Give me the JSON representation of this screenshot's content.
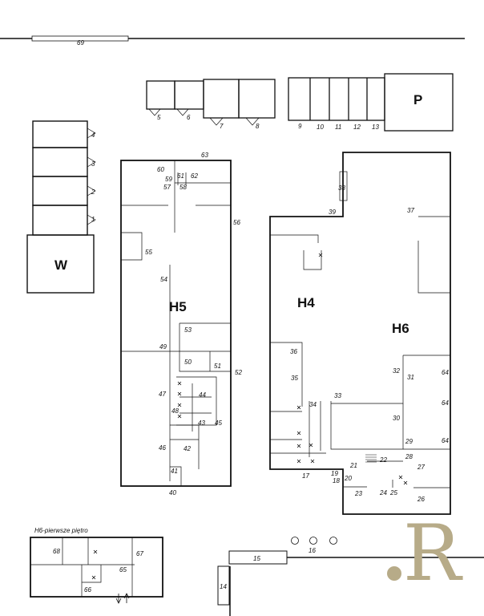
{
  "buildings": {
    "w": "W",
    "p": "P",
    "h5": "H5",
    "h4": "H4",
    "h6": "H6"
  },
  "caption": "H6-pierwsze piętro",
  "logo": "R",
  "doors": {
    "d1": "1",
    "d2": "2",
    "d3": "3",
    "d4": "4",
    "d5": "5",
    "d6": "6",
    "d7": "7",
    "d8": "8",
    "d9": "9",
    "d10": "10",
    "d11": "11",
    "d12": "12",
    "d13": "13",
    "d14": "14",
    "d15": "15",
    "d16": "16",
    "d17": "17",
    "d18": "18",
    "d19": "19",
    "d20": "20",
    "d21": "21",
    "d22": "22",
    "d23": "23",
    "d24": "24",
    "d25": "25",
    "d26": "26",
    "d27": "27",
    "d28": "28",
    "d29": "29",
    "d30": "30",
    "d31": "31",
    "d32": "32",
    "d33": "33",
    "d34": "34",
    "d35": "35",
    "d36": "36",
    "d37": "37",
    "d38": "38",
    "d39": "39",
    "d40": "40",
    "d41": "41",
    "d42": "42",
    "d43": "43",
    "d44": "44",
    "d45": "45",
    "d46": "46",
    "d47": "47",
    "d48": "48",
    "d49": "49",
    "d50": "50",
    "d51": "51",
    "d52": "52",
    "d53": "53",
    "d54": "54",
    "d55": "55",
    "d56": "56",
    "d57": "57",
    "d58": "58",
    "d59": "59",
    "d60": "60",
    "d61": "61",
    "d62": "62",
    "d63": "63",
    "d64a": "64",
    "d64b": "64",
    "d64c": "64",
    "d65": "65",
    "d66": "66",
    "d67": "67",
    "d68": "68",
    "d69": "69"
  }
}
